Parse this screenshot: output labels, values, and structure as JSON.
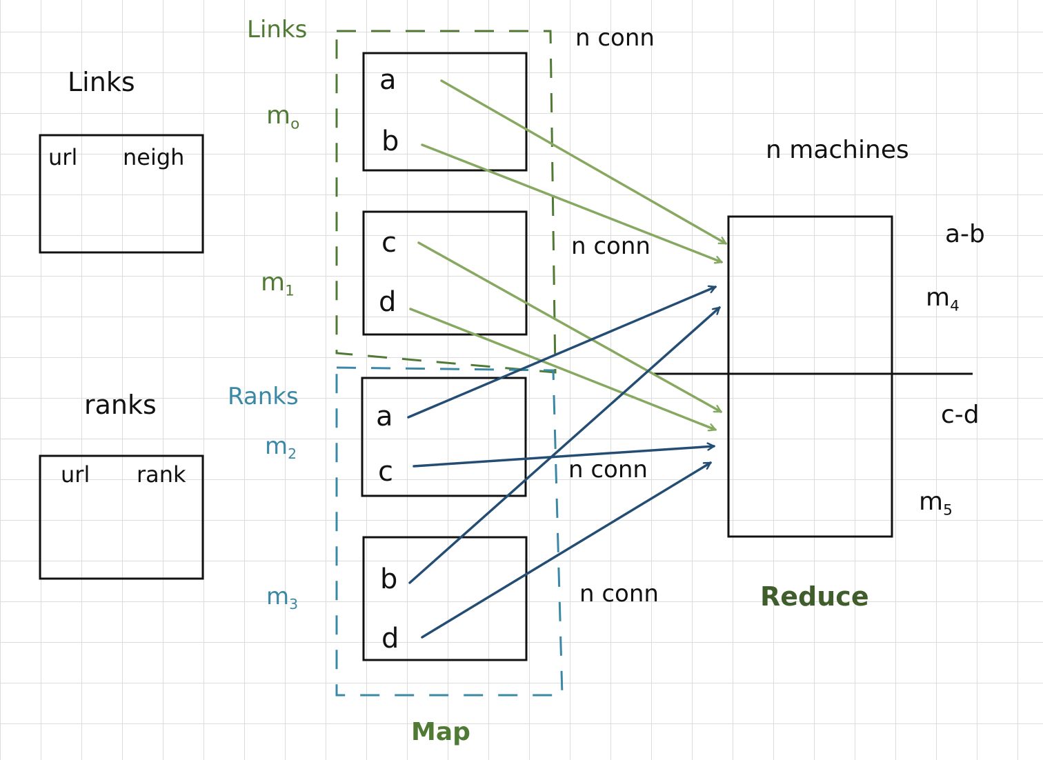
{
  "colors": {
    "ink": "#111111",
    "links_green": "#4f7a34",
    "arrow_green": "#86a860",
    "ranks_blue": "#3a88a6",
    "arrow_blue": "#244d74",
    "reduce_green": "#3f5e2b"
  },
  "left_tables": {
    "links_title": "Links",
    "links_columns": [
      "url",
      "neigh"
    ],
    "ranks_title": "ranks",
    "ranks_columns": [
      "url",
      "rank"
    ]
  },
  "links_group": {
    "title": "Links",
    "m0": "m",
    "m0_sub": "o",
    "m1": "m",
    "m1_sub": "1",
    "box0_keys": [
      "a",
      "b"
    ],
    "box1_keys": [
      "c",
      "d"
    ],
    "conn_top": "n  conn",
    "conn_mid": "n conn"
  },
  "ranks_group": {
    "title": "Ranks",
    "m2": "m",
    "m2_sub": "2",
    "m3": "m",
    "m3_sub": "3",
    "box2_keys": [
      "a",
      "c"
    ],
    "box3_keys": [
      "b",
      "d"
    ],
    "conn_mid": "n conn",
    "conn_bottom": "n conn"
  },
  "map_label": "Map",
  "reduce": {
    "header": "n  machines",
    "range_top": "a-b",
    "m4": "m",
    "m4_sub": "4",
    "range_bottom": "c-d",
    "m5": "m",
    "m5_sub": "5",
    "label": "Reduce"
  }
}
